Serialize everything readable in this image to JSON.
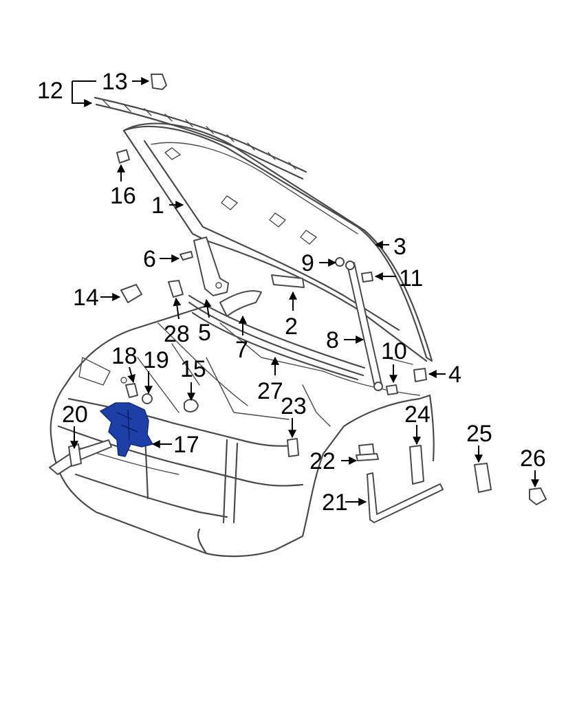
{
  "colors": {
    "line": "#4a4a4a",
    "highlight": "#1e3fa8",
    "background": "#ffffff"
  },
  "highlighted_part": "17",
  "callouts": [
    {
      "id": "c1",
      "label": "1"
    },
    {
      "id": "c2",
      "label": "2"
    },
    {
      "id": "c3",
      "label": "3"
    },
    {
      "id": "c4",
      "label": "4"
    },
    {
      "id": "c5",
      "label": "5"
    },
    {
      "id": "c6",
      "label": "6"
    },
    {
      "id": "c7",
      "label": "7"
    },
    {
      "id": "c8",
      "label": "8"
    },
    {
      "id": "c9",
      "label": "9"
    },
    {
      "id": "c10",
      "label": "10"
    },
    {
      "id": "c11",
      "label": "11"
    },
    {
      "id": "c12",
      "label": "12"
    },
    {
      "id": "c13",
      "label": "13"
    },
    {
      "id": "c14",
      "label": "14"
    },
    {
      "id": "c15",
      "label": "15"
    },
    {
      "id": "c16",
      "label": "16"
    },
    {
      "id": "c17",
      "label": "17"
    },
    {
      "id": "c18",
      "label": "18"
    },
    {
      "id": "c19",
      "label": "19"
    },
    {
      "id": "c20",
      "label": "20"
    },
    {
      "id": "c21",
      "label": "21"
    },
    {
      "id": "c22",
      "label": "22"
    },
    {
      "id": "c23",
      "label": "23"
    },
    {
      "id": "c24",
      "label": "24"
    },
    {
      "id": "c25",
      "label": "25"
    },
    {
      "id": "c26",
      "label": "26"
    },
    {
      "id": "c27",
      "label": "27"
    },
    {
      "id": "c28",
      "label": "28"
    }
  ]
}
